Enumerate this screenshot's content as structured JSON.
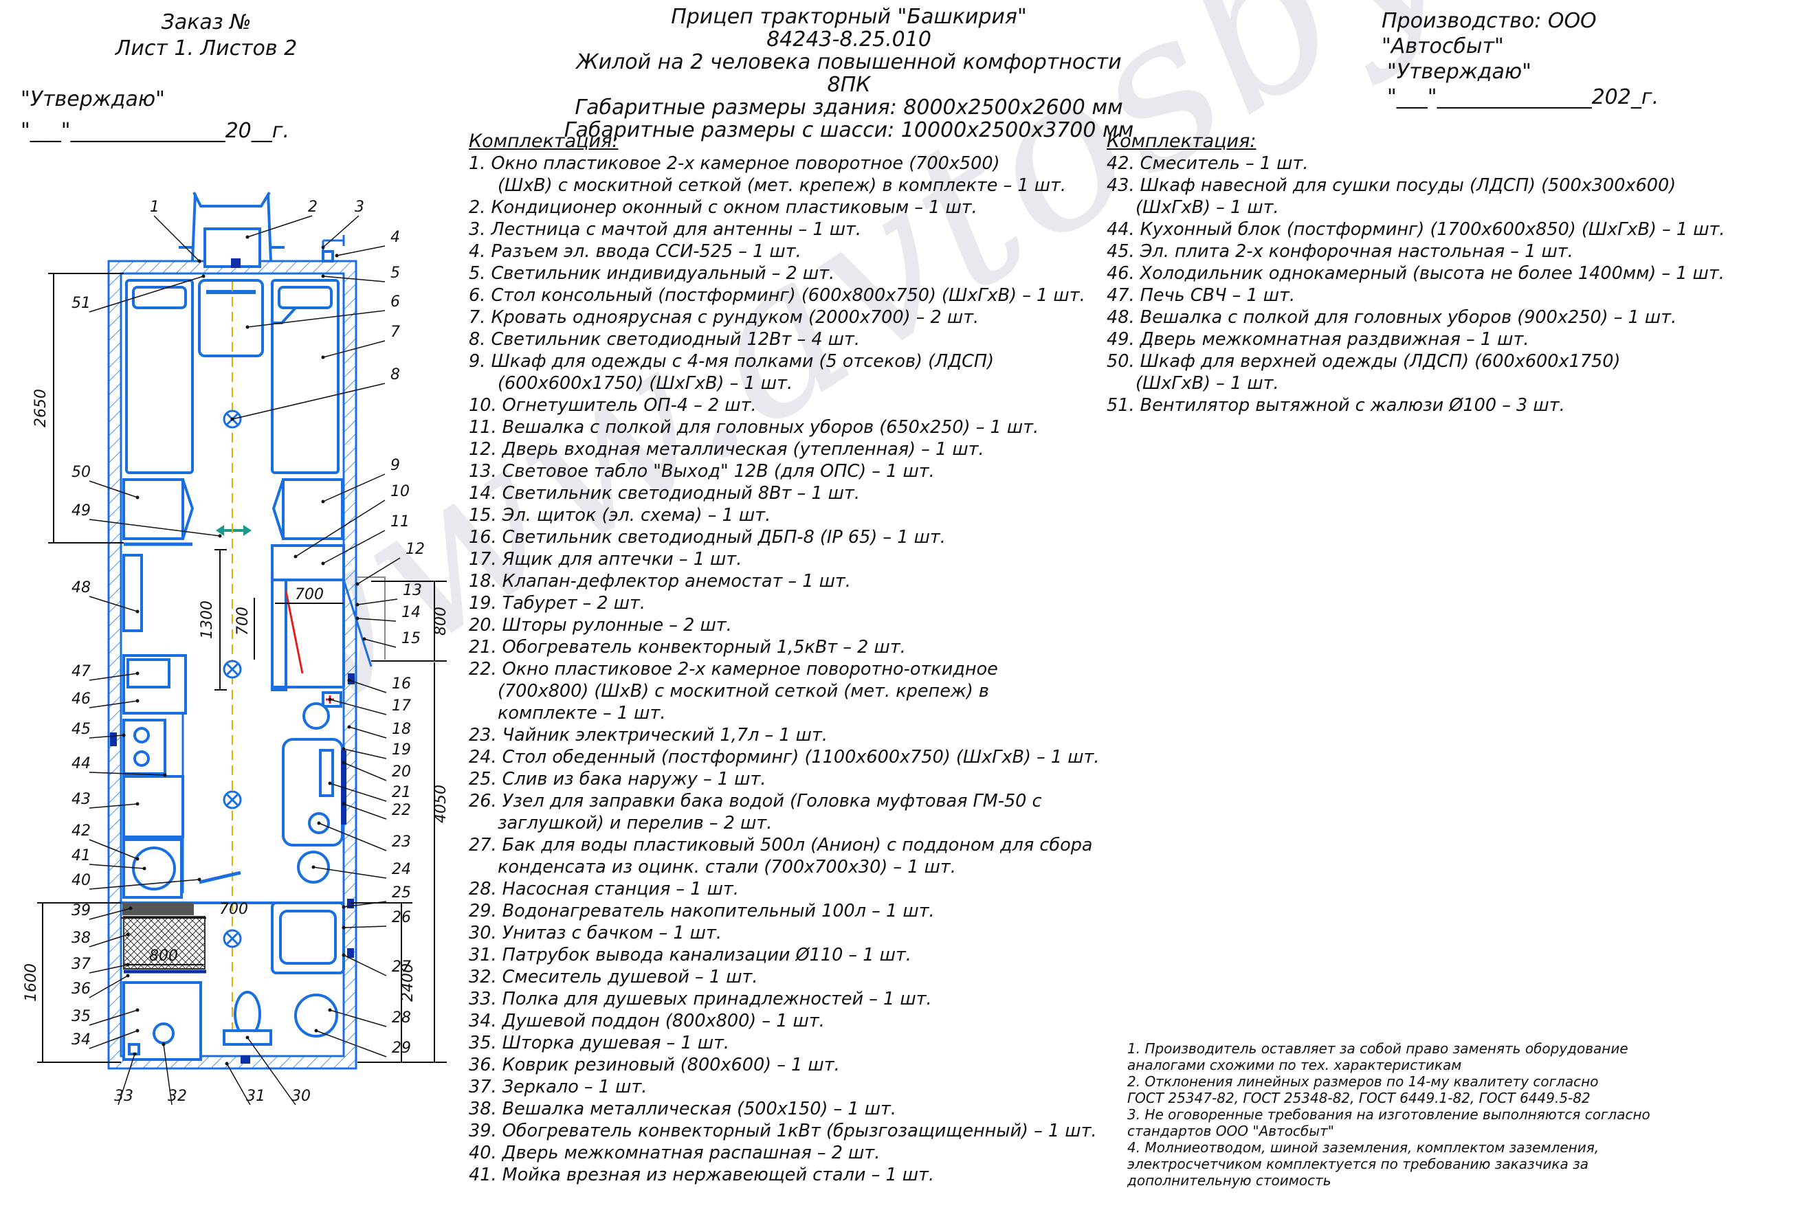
{
  "header_left": {
    "order": "Заказ №",
    "sheet": "Лист 1. Листов 2",
    "approve": "\"Утверждаю\"",
    "date_line": "\"___\"_______________20__г."
  },
  "header_center": {
    "line1": "Прицеп тракторный \"Башкирия\"",
    "line2": "84243-8.25.010",
    "line3": "Жилой на 2 человека повышенной комфортности 8ПК",
    "line4": "Габаритные размеры здания: 8000х2500х2600 мм",
    "line5": "Габаритные размеры с шасси: 10000х2500х3700 мм"
  },
  "header_right": {
    "producer": "Производство: ООО \"Автосбыт\"",
    "approve": "\"Утверждаю\"",
    "date_line": "\"___\"_______________202_г."
  },
  "watermark": "www.avtosbyt.ru",
  "list_title": "Комплектация:",
  "list_col1": [
    {
      "n": "1.",
      "t": "Окно пластиковое 2-х камерное поворотное (700х500)",
      "c": "(ШхВ) с москитной сеткой (мет. крепеж) в комплекте – 1 шт."
    },
    {
      "n": "2.",
      "t": "Кондиционер оконный с окном пластиковым – 1 шт."
    },
    {
      "n": "3.",
      "t": "Лестница с мачтой для антенны – 1 шт."
    },
    {
      "n": "4.",
      "t": "Разъем эл. ввода ССИ-525 – 1 шт."
    },
    {
      "n": "5.",
      "t": "Светильник индивидуальный – 2 шт."
    },
    {
      "n": "6.",
      "t": "Стол консольный (постформинг) (600х800х750) (ШхГхВ) – 1 шт."
    },
    {
      "n": "7.",
      "t": "Кровать одноярусная с рундуком (2000х700) – 2 шт."
    },
    {
      "n": "8.",
      "t": "Светильник светодиодный 12Вт – 4 шт."
    },
    {
      "n": "9.",
      "t": "Шкаф для одежды с 4-мя полками (5 отсеков) (ЛДСП)",
      "c": "(600х600х1750) (ШхГхВ) – 1 шт."
    },
    {
      "n": "10.",
      "t": "Огнетушитель ОП-4 – 2 шт."
    },
    {
      "n": "11.",
      "t": "Вешалка с полкой для головных уборов (650х250) – 1 шт."
    },
    {
      "n": "12.",
      "t": "Дверь входная металлическая (утепленная) – 1 шт."
    },
    {
      "n": "13.",
      "t": "Световое табло \"Выход\" 12В (для ОПС) – 1 шт."
    },
    {
      "n": "14.",
      "t": "Светильник светодиодный 8Вт – 1 шт."
    },
    {
      "n": "15.",
      "t": "Эл. щиток (эл. схема) – 1 шт."
    },
    {
      "n": "16.",
      "t": "Светильник светодиодный ДБП-8 (IP 65) – 1 шт."
    },
    {
      "n": "17.",
      "t": "Ящик для аптечки – 1 шт."
    },
    {
      "n": "18.",
      "t": "Клапан-дефлектор анемостат – 1 шт."
    },
    {
      "n": "19.",
      "t": "Табурет – 2 шт."
    },
    {
      "n": "20.",
      "t": "Шторы рулонные – 2 шт."
    },
    {
      "n": "21.",
      "t": "Обогреватель конвекторный 1,5кВт – 2 шт."
    },
    {
      "n": "22.",
      "t": "Окно пластиковое 2-х камерное поворотно-откидное",
      "c": "(700х800) (ШхВ) с москитной сеткой (мет. крепеж) в",
      "c2": "комплекте – 1 шт."
    },
    {
      "n": "23.",
      "t": "Чайник электрический 1,7л – 1 шт."
    },
    {
      "n": "24.",
      "t": "Стол обеденный (постформинг) (1100х600х750) (ШхГхВ) – 1 шт."
    },
    {
      "n": "25.",
      "t": "Слив из бака наружу – 1 шт."
    },
    {
      "n": "26.",
      "t": "Узел для заправки бака водой (Головка муфтовая ГМ-50 с",
      "c": "заглушкой) и перелив – 2 шт."
    },
    {
      "n": "27.",
      "t": "Бак для воды пластиковый 500л (Анион) с поддоном для сбора",
      "c": "конденсата из оцинк. стали (700х700х30) – 1 шт."
    },
    {
      "n": "28.",
      "t": "Насосная станция – 1 шт."
    },
    {
      "n": "29.",
      "t": "Водонагреватель накопительный 100л – 1 шт."
    },
    {
      "n": "30.",
      "t": "Унитаз с бачком – 1 шт."
    },
    {
      "n": "31.",
      "t": "Патрубок вывода канализации Ø110 – 1 шт."
    },
    {
      "n": "32.",
      "t": "Смеситель душевой – 1 шт."
    },
    {
      "n": "33.",
      "t": "Полка для душевых принадлежностей – 1 шт."
    },
    {
      "n": "34.",
      "t": "Душевой поддон (800х800) – 1 шт."
    },
    {
      "n": "35.",
      "t": "Шторка душевая – 1 шт."
    },
    {
      "n": "36.",
      "t": "Коврик резиновый (800х600) – 1 шт."
    },
    {
      "n": "37.",
      "t": "Зеркало – 1 шт."
    },
    {
      "n": "38.",
      "t": "Вешалка металлическая (500х150) – 1 шт."
    },
    {
      "n": "39.",
      "t": "Обогреватель конвекторный 1кВт (брызгозащищенный) – 1 шт."
    },
    {
      "n": "40.",
      "t": "Дверь межкомнатная распашная – 2 шт."
    },
    {
      "n": "41.",
      "t": "Мойка врезная из нержавеющей стали – 1 шт."
    }
  ],
  "list_col2": [
    {
      "n": "42.",
      "t": "Смеситель – 1 шт."
    },
    {
      "n": "43.",
      "t": "Шкаф навесной для сушки посуды (ЛДСП) (500х300х600)",
      "c": "(ШхГхВ) – 1 шт."
    },
    {
      "n": "44.",
      "t": "Кухонный блок (постформинг) (1700х600х850) (ШхГхВ) – 1 шт."
    },
    {
      "n": "45.",
      "t": "Эл. плита 2-х конфорочная настольная – 1 шт."
    },
    {
      "n": "46.",
      "t": "Холодильник однокамерный (высота не более 1400мм) – 1 шт."
    },
    {
      "n": "47.",
      "t": "Печь СВЧ – 1 шт."
    },
    {
      "n": "48.",
      "t": "Вешалка с полкой для головных уборов (900х250) – 1 шт."
    },
    {
      "n": "49.",
      "t": "Дверь межкомнатная раздвижная – 1 шт."
    },
    {
      "n": "50.",
      "t": "Шкаф для верхней одежды (ЛДСП) (600х600х1750)",
      "c": "(ШхГхВ) – 1 шт."
    },
    {
      "n": "51.",
      "t": "Вентилятор вытяжной с жалюзи Ø100 – 3 шт."
    }
  ],
  "notes": [
    "1.  Производитель оставляет за собой право заменять оборудование",
    "аналогами схожими по тех. характеристикам",
    "2.  Отклонения линейных размеров по 14-му квалитету согласно",
    "ГОСТ 25347-82, ГОСТ 25348-82, ГОСТ 6449.1-82, ГОСТ 6449.5-82",
    "3.  Не оговоренные требования на изготовление выполняются согласно",
    "стандартов ООО \"Автосбыт\"",
    "4.  Молниеотводом, шиной заземления, комплектом заземления,",
    "электросчетчиком комплектуется по требованию заказчика за",
    "дополнительную стоимость"
  ],
  "dims": {
    "d2650": "2650",
    "d1300": "1300",
    "d700a": "700",
    "d700b": "700",
    "d800a": "800",
    "d4050": "4050",
    "d700c": "700",
    "d800b": "800",
    "d2400": "2400",
    "d1600": "1600"
  },
  "callouts": [
    {
      "id": "1",
      "side": "top"
    },
    {
      "id": "2",
      "side": "top"
    },
    {
      "id": "3",
      "side": "top"
    },
    {
      "id": "4",
      "side": "right"
    },
    {
      "id": "5",
      "side": "right"
    },
    {
      "id": "6",
      "side": "right"
    },
    {
      "id": "7",
      "side": "right"
    },
    {
      "id": "8",
      "side": "right"
    },
    {
      "id": "9",
      "side": "right"
    },
    {
      "id": "10",
      "side": "right"
    },
    {
      "id": "11",
      "side": "right"
    },
    {
      "id": "12",
      "side": "right"
    },
    {
      "id": "13",
      "side": "right"
    },
    {
      "id": "14",
      "side": "right"
    },
    {
      "id": "15",
      "side": "right"
    },
    {
      "id": "16",
      "side": "right"
    },
    {
      "id": "17",
      "side": "right"
    },
    {
      "id": "18",
      "side": "right"
    },
    {
      "id": "19",
      "side": "right"
    },
    {
      "id": "20",
      "side": "right"
    },
    {
      "id": "21",
      "side": "right"
    },
    {
      "id": "22",
      "side": "right"
    },
    {
      "id": "23",
      "side": "right"
    },
    {
      "id": "24",
      "side": "right"
    },
    {
      "id": "25",
      "side": "right"
    },
    {
      "id": "26",
      "side": "right"
    },
    {
      "id": "27",
      "side": "right"
    },
    {
      "id": "28",
      "side": "right"
    },
    {
      "id": "29",
      "side": "right"
    },
    {
      "id": "30",
      "side": "bottom"
    },
    {
      "id": "31",
      "side": "bottom"
    },
    {
      "id": "32",
      "side": "bottom"
    },
    {
      "id": "33",
      "side": "bottom"
    },
    {
      "id": "34",
      "side": "left"
    },
    {
      "id": "35",
      "side": "left"
    },
    {
      "id": "36",
      "side": "left"
    },
    {
      "id": "37",
      "side": "left"
    },
    {
      "id": "38",
      "side": "left"
    },
    {
      "id": "39",
      "side": "left"
    },
    {
      "id": "40",
      "side": "left"
    },
    {
      "id": "41",
      "side": "left"
    },
    {
      "id": "42",
      "side": "left"
    },
    {
      "id": "43",
      "side": "left"
    },
    {
      "id": "44",
      "side": "left"
    },
    {
      "id": "45",
      "side": "left"
    },
    {
      "id": "46",
      "side": "left"
    },
    {
      "id": "47",
      "side": "left"
    },
    {
      "id": "48",
      "side": "left"
    },
    {
      "id": "49",
      "side": "left"
    },
    {
      "id": "50",
      "side": "left"
    },
    {
      "id": "51",
      "side": "left"
    }
  ],
  "colors": {
    "wall": "#1a6fe0",
    "dark_blue": "#0b2fa8",
    "dim_line": "#111111",
    "accent_red": "#e02020",
    "teal": "#1a9a8a"
  }
}
